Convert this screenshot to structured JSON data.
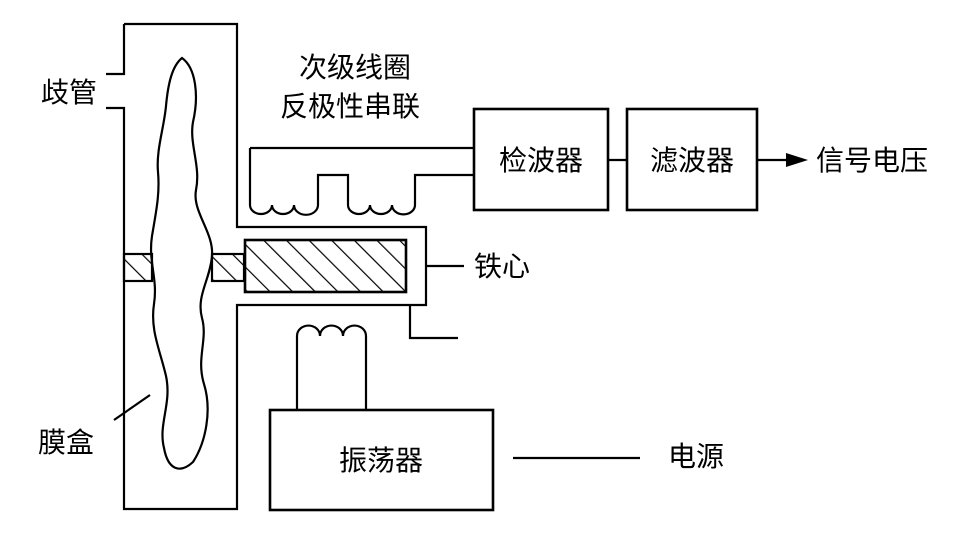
{
  "labels": {
    "manifold": "歧管",
    "capsule": "膜盒",
    "secondary_coil_line1": "次级线圈",
    "secondary_coil_line2": "反极性串联",
    "detector": "检波器",
    "filter": "滤波器",
    "signal_voltage": "信号电压",
    "iron_core": "铁心",
    "oscillator": "振荡器",
    "power_supply": "电源"
  },
  "colors": {
    "stroke": "#000000",
    "background": "#ffffff"
  }
}
